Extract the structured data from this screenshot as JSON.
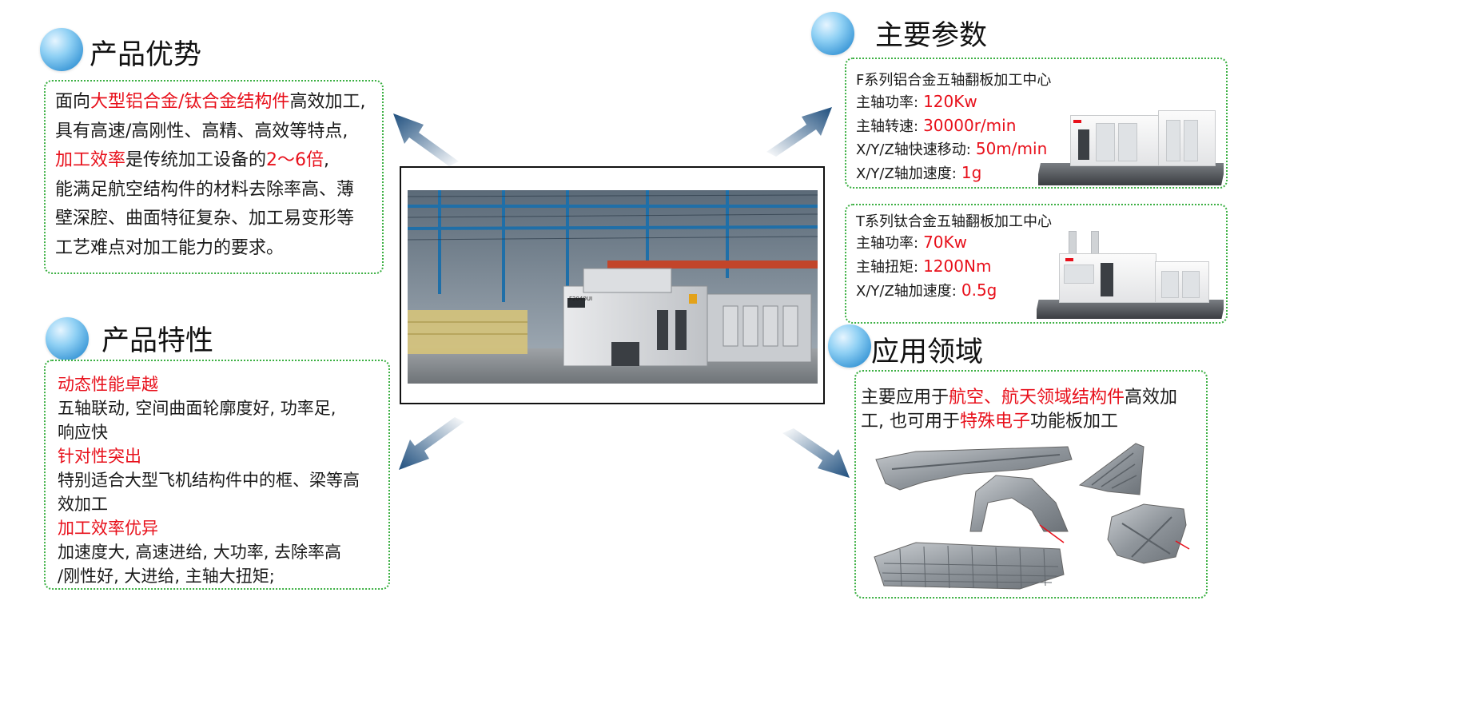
{
  "advantages": {
    "title": "产品优势",
    "lines": [
      [
        {
          "t": "面向"
        },
        {
          "t": "大型铝合金/钛合金结构件",
          "red": true
        },
        {
          "t": "高效加工,"
        }
      ],
      [
        {
          "t": "具有高速/高刚性、高精、高效等特点,"
        }
      ],
      [
        {
          "t": "加工效率",
          "red": true
        },
        {
          "t": "是传统加工设备的"
        },
        {
          "t": "2～6倍",
          "red": true
        },
        {
          "t": ","
        }
      ],
      [
        {
          "t": "能满足航空结构件的材料去除率高、薄"
        }
      ],
      [
        {
          "t": "壁深腔、曲面特征复杂、加工易变形等"
        }
      ],
      [
        {
          "t": "工艺难点对加工能力的要求。"
        }
      ]
    ]
  },
  "features": {
    "title": "产品特性",
    "lines": [
      [
        {
          "t": "动态性能卓越",
          "red": true
        }
      ],
      [
        {
          "t": "五轴联动, 空间曲面轮廓度好, 功率足,"
        }
      ],
      [
        {
          "t": "响应快"
        }
      ],
      [
        {
          "t": "针对性突出",
          "red": true
        }
      ],
      [
        {
          "t": "特别适合大型飞机结构件中的框、梁等高"
        }
      ],
      [
        {
          "t": "效加工"
        }
      ],
      [
        {
          "t": "加工效率优异",
          "red": true
        }
      ],
      [
        {
          "t": "加速度大, 高速进给, 大功率, 去除率高"
        }
      ],
      [
        {
          "t": "/刚性好, 大进给, 主轴大扭矩;"
        }
      ]
    ]
  },
  "parameters": {
    "title": "主要参数",
    "f_series": {
      "name": "F系列铝合金五轴翻板加工中心",
      "specs": [
        {
          "label": "主轴功率:",
          "value": "120Kw"
        },
        {
          "label": "主轴转速:",
          "value": "30000r/min"
        },
        {
          "label": "X/Y/Z轴快速移动:",
          "value": "50m/min"
        },
        {
          "label": "X/Y/Z轴加速度:",
          "value": "1g"
        }
      ]
    },
    "t_series": {
      "name": "T系列钛合金五轴翻板加工中心",
      "specs": [
        {
          "label": "主轴功率:",
          "value": "70Kw"
        },
        {
          "label": "主轴扭矩:",
          "value": "1200Nm"
        },
        {
          "label": "X/Y/Z轴加速度:",
          "value": "0.5g"
        }
      ]
    }
  },
  "applications": {
    "title": "应用领域",
    "lines": [
      [
        {
          "t": "主要应用于"
        },
        {
          "t": "航空、航天领域结构件",
          "red": true
        },
        {
          "t": "高效加"
        }
      ],
      [
        {
          "t": "工, 也可用于"
        },
        {
          "t": "特殊电子",
          "red": true
        },
        {
          "t": "功能板加工"
        }
      ]
    ]
  },
  "machine_label": "F2040UI",
  "colors": {
    "accent_red": "#e8101b",
    "border_green": "#3cb043",
    "arrow_blue": "#2d5c8a"
  }
}
